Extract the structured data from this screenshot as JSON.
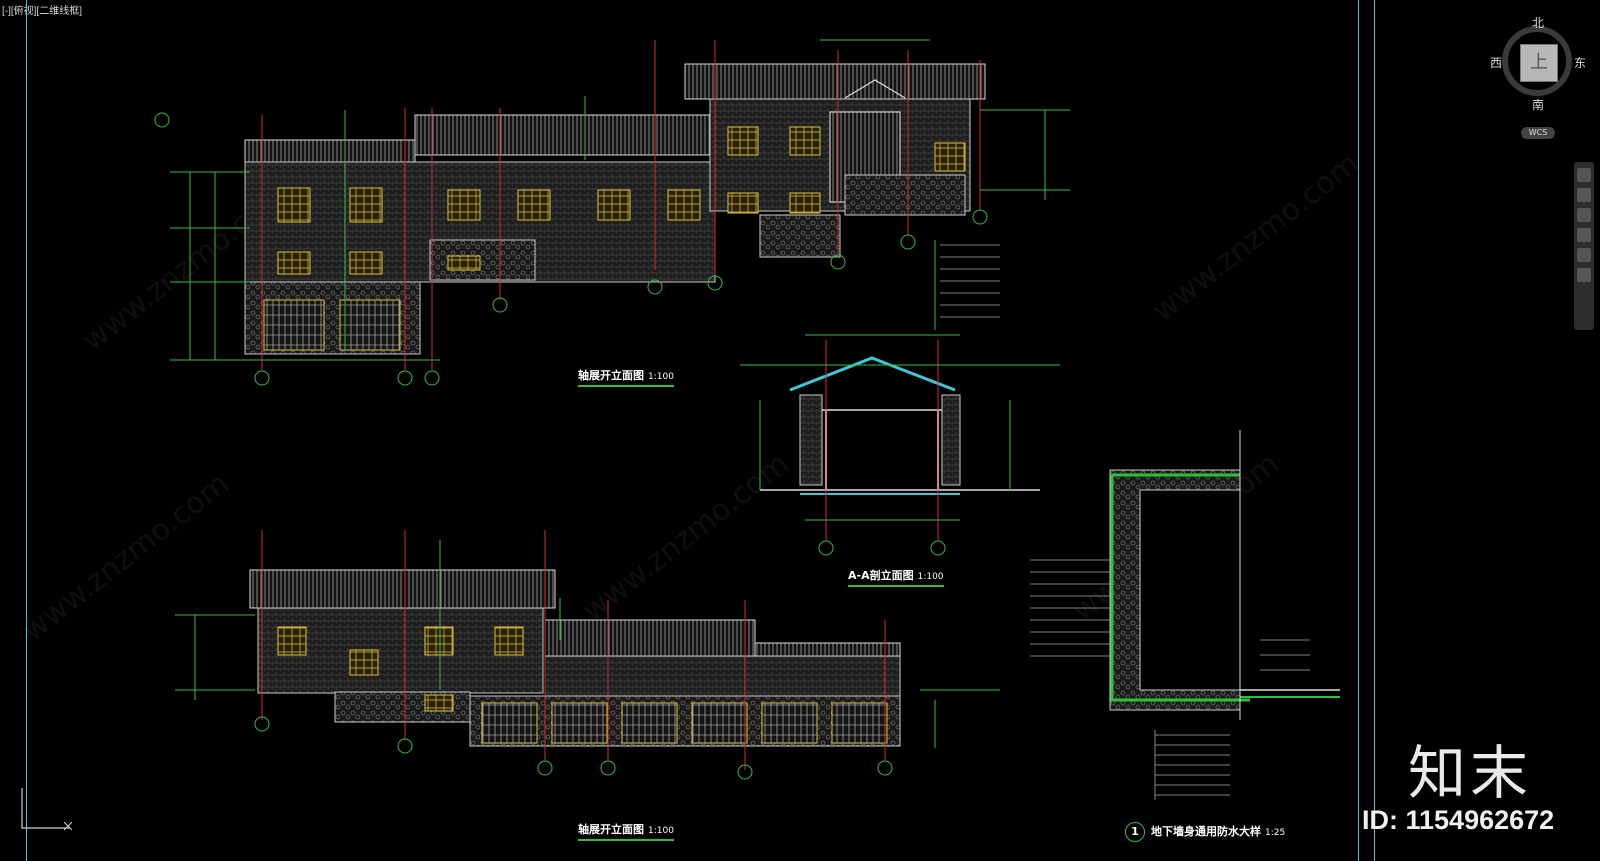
{
  "viewport": {
    "label": "[-][俯视][二维线框]"
  },
  "viewcube": {
    "north": "北",
    "south": "南",
    "east": "东",
    "west": "西",
    "face": "上",
    "wcs": "WCS"
  },
  "drawings": {
    "elev1_title": "轴展开立面图",
    "elev1_scale": "1:100",
    "section_title": "A-A剖立面图",
    "section_scale": "1:100",
    "elev2_title": "轴展开立面图",
    "elev2_scale": "1:100",
    "detail_num": "1",
    "detail_title": "地下墙身通用防水大样",
    "detail_scale": "1:25"
  },
  "brand": {
    "logo_text": "知末",
    "id_text": "ID: 1154962672"
  },
  "watermark": {
    "text": "www.znzmo.com"
  },
  "colors": {
    "green": "#2fbf3b",
    "red": "#d32b2b",
    "yellow": "#e0c23a",
    "white": "#dcdcdc",
    "cyan": "#3bc8d8"
  }
}
